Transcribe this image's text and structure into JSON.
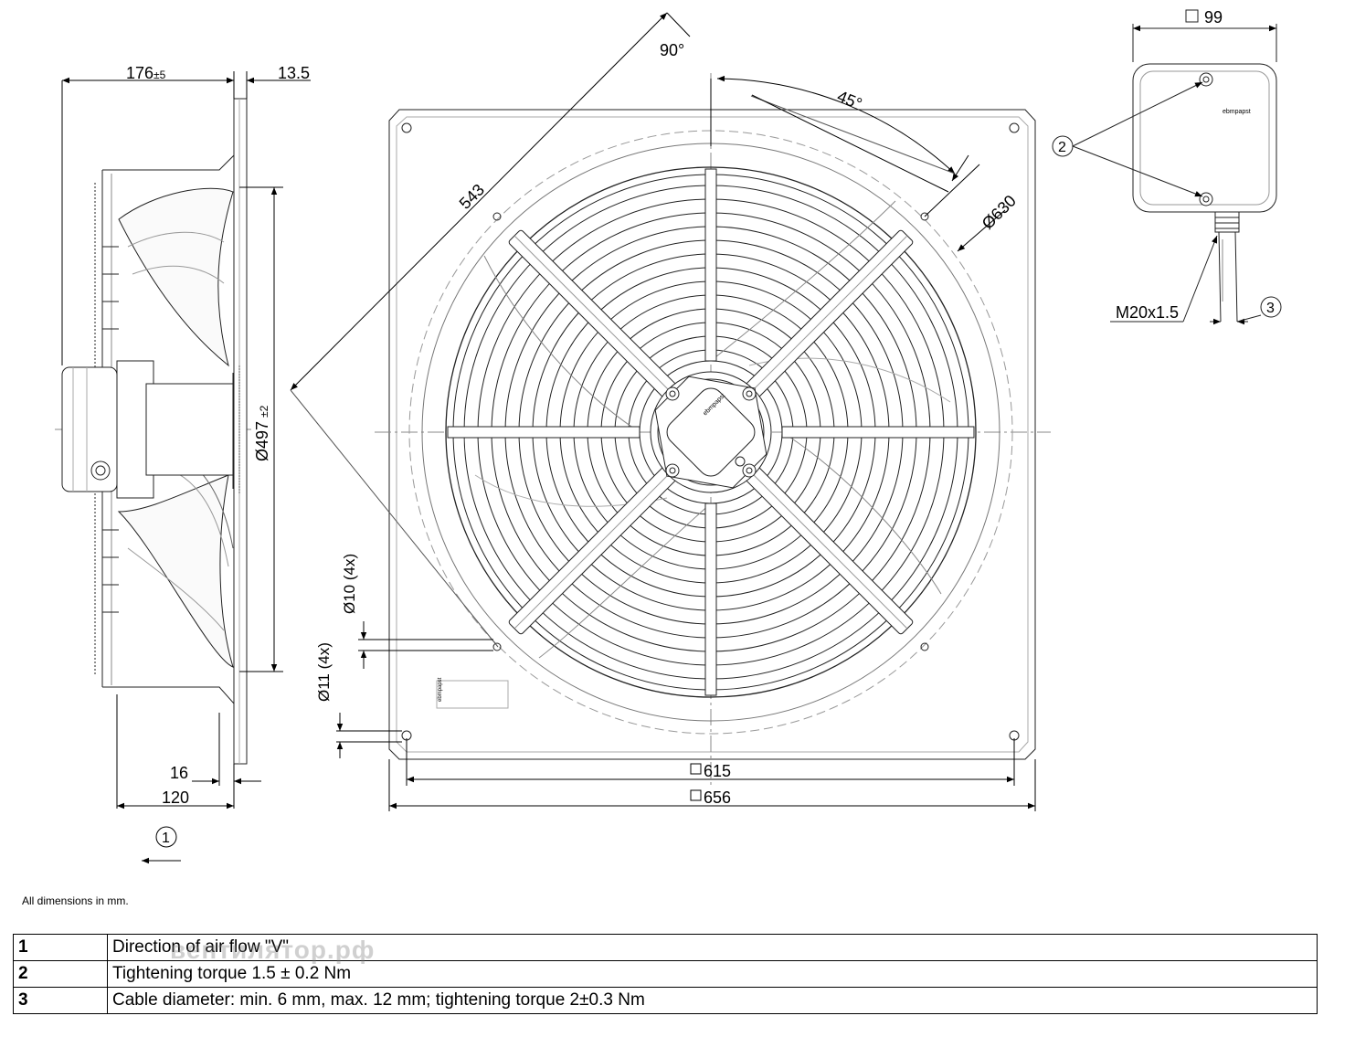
{
  "dimensions": {
    "depth": "176",
    "depth_tol": "±5",
    "flange": "13.5",
    "guard_dia": "Ø497",
    "guard_tol": "±2",
    "d16": "16",
    "d120": "120",
    "angle90": "90°",
    "angle45": "45°",
    "diag543": "543",
    "dia630": "Ø630",
    "hole10": "Ø10 (4x)",
    "hole11": "Ø11 (4x)",
    "sq615": "615",
    "sq656": "656",
    "sq99": "99",
    "thread": "M20x1.5"
  },
  "callouts": {
    "c1": "1",
    "c2": "2",
    "c3": "3"
  },
  "brand": "ebmpapst",
  "note": "All dimensions in mm.",
  "legend": [
    {
      "num": "1",
      "text": "Direction of air flow \"V\""
    },
    {
      "num": "2",
      "text": "Tightening torque 1.5 ± 0.2 Nm"
    },
    {
      "num": "3",
      "text": "Cable diameter: min. 6 mm, max. 12 mm; tightening torque 2±0.3 Nm"
    }
  ],
  "watermark": "вентилятор.рф"
}
